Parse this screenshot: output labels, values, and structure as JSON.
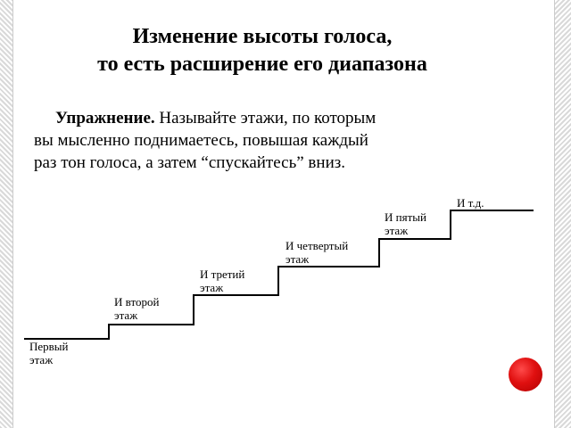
{
  "slide": {
    "title": {
      "line1": "Изменение высоты голоса,",
      "line2": "то есть расширение его диапазона"
    },
    "exercise": {
      "label": "Упражнение.",
      "line1_rest": " Называйте этажи, по которым",
      "line2": "вы мысленно поднимаетесь, повышая каждый",
      "line3": "раз тон голоса, а затем “спускайтесь” вниз."
    },
    "steps": [
      {
        "line1": "Первый",
        "line2": "этаж"
      },
      {
        "line1": "И второй",
        "line2": "этаж"
      },
      {
        "line1": "И третий",
        "line2": "этаж"
      },
      {
        "line1": "И четвертый",
        "line2": "этаж"
      },
      {
        "line1": "И пятый",
        "line2": "этаж"
      },
      {
        "line1": "И т.д.",
        "line2": ""
      }
    ]
  }
}
